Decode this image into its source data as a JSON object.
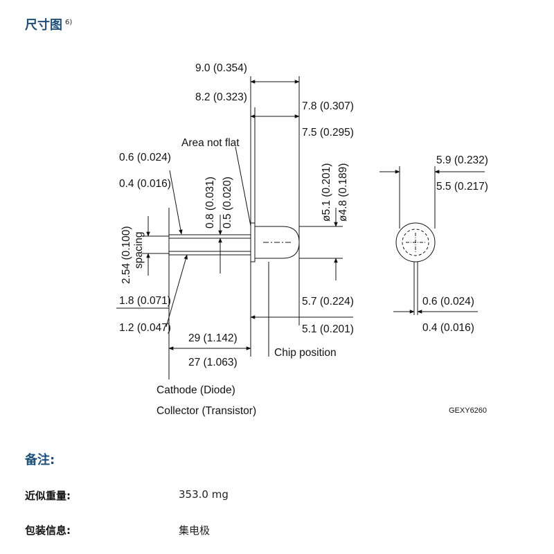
{
  "section_title": "尺寸图",
  "footnote_ref": "6)",
  "drawing": {
    "lead_pitch_top": "9.0 (0.354)",
    "lead_pitch_bottom": "8.2 (0.323)",
    "length_top": "7.8 (0.307)",
    "length_bottom": "7.5 (0.295)",
    "area_not_flat": "Area not flat",
    "lead_w_top": "0.6 (0.024)",
    "lead_w_bottom": "0.4 (0.016)",
    "lead_t_a": "0.8 (0.031)",
    "lead_t_b": "0.5 (0.020)",
    "dia_a": "ø5.1 (0.201)",
    "dia_b": "ø4.8 (0.189)",
    "spacing_value": "2.54 (0.100)",
    "spacing_word": "spacing",
    "standoff_top": "1.8 (0.071)",
    "standoff_bottom": "1.2 (0.047)",
    "lead_len_top": "29 (1.142)",
    "lead_len_bottom": "27 (1.063)",
    "chip_top": "5.7 (0.224)",
    "chip_bottom": "5.1 (0.201)",
    "chip_position": "Chip position",
    "front_dia_top": "5.9 (0.232)",
    "front_dia_bottom": "5.5 (0.217)",
    "front_lead_top": "0.6 (0.024)",
    "front_lead_bottom": "0.4 (0.016)",
    "cathode": "Cathode (Diode)",
    "collector": "Collector (Transistor)",
    "drawing_id": "GEXY6260"
  },
  "notes_title": "备注:",
  "notes": [
    {
      "label": "近似重量:",
      "value": "353.0 mg"
    },
    {
      "label": "包装信息:",
      "value": "集电极"
    }
  ]
}
